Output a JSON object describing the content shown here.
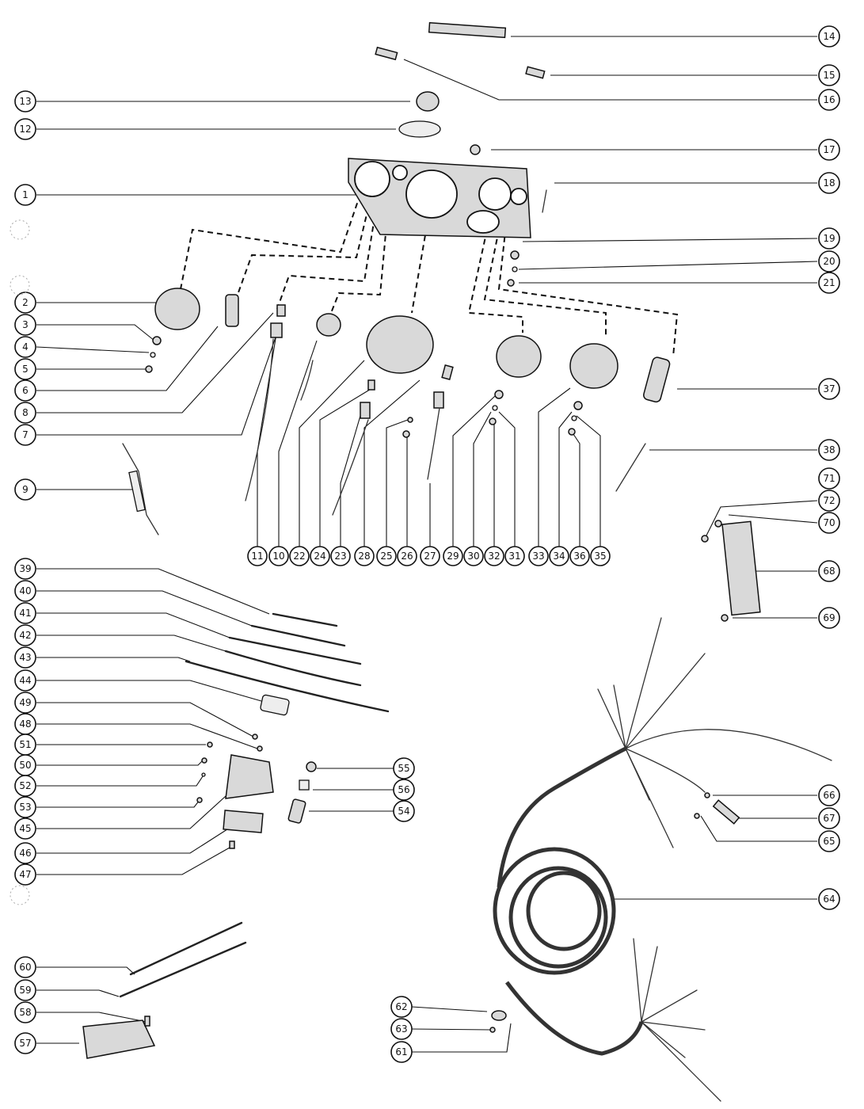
{
  "callouts": {
    "c1": "1",
    "c2": "2",
    "c3": "3",
    "c4": "4",
    "c5": "5",
    "c6": "6",
    "c7": "7",
    "c8": "8",
    "c9": "9",
    "c10": "10",
    "c11": "11",
    "c12": "12",
    "c13": "13",
    "c14": "14",
    "c15": "15",
    "c16": "16",
    "c17": "17",
    "c18": "18",
    "c19": "19",
    "c20": "20",
    "c21": "21",
    "c22": "22",
    "c23": "23",
    "c24": "24",
    "c25": "25",
    "c26": "26",
    "c27": "27",
    "c28": "28",
    "c29": "29",
    "c30": "30",
    "c31": "31",
    "c32": "32",
    "c33": "33",
    "c34": "34",
    "c35": "35",
    "c36": "36",
    "c37": "37",
    "c38": "38",
    "c39": "39",
    "c40": "40",
    "c41": "41",
    "c42": "42",
    "c43": "43",
    "c44": "44",
    "c45": "45",
    "c46": "46",
    "c47": "47",
    "c48": "48",
    "c49": "49",
    "c50": "50",
    "c51": "51",
    "c52": "52",
    "c53": "53",
    "c54": "54",
    "c55": "55",
    "c56": "56",
    "c57": "57",
    "c58": "58",
    "c59": "59",
    "c60": "60",
    "c61": "61",
    "c62": "62",
    "c63": "63",
    "c64": "64",
    "c65": "65",
    "c66": "66",
    "c67": "67",
    "c68": "68",
    "c69": "69",
    "c70": "70",
    "c71": "71",
    "c72": "72"
  }
}
